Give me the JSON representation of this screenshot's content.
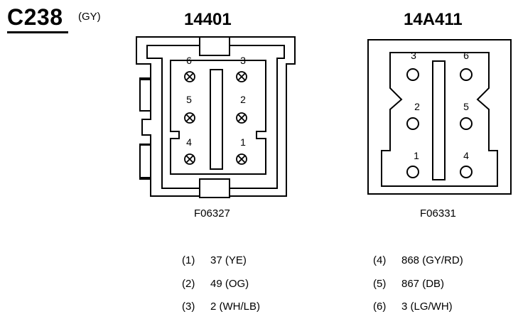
{
  "header": {
    "connector_id": "C238",
    "connector_color": "(GY)"
  },
  "left_view": {
    "part_number": "14401",
    "figure_code": "F06327",
    "pin_labels": [
      "6",
      "3",
      "5",
      "2",
      "4",
      "1"
    ]
  },
  "right_view": {
    "part_number": "14A411",
    "figure_code": "F06331",
    "pin_labels": [
      "3",
      "6",
      "2",
      "5",
      "1",
      "4"
    ]
  },
  "pin_table": {
    "left_column": [
      {
        "pin": "(1)",
        "circuit": "37 (YE)"
      },
      {
        "pin": "(2)",
        "circuit": "49 (OG)"
      },
      {
        "pin": "(3)",
        "circuit": "2 (WH/LB)"
      }
    ],
    "right_column": [
      {
        "pin": "(4)",
        "circuit": "868 (GY/RD)"
      },
      {
        "pin": "(5)",
        "circuit": "867 (DB)"
      },
      {
        "pin": "(6)",
        "circuit": "3 (LG/WH)"
      }
    ]
  }
}
